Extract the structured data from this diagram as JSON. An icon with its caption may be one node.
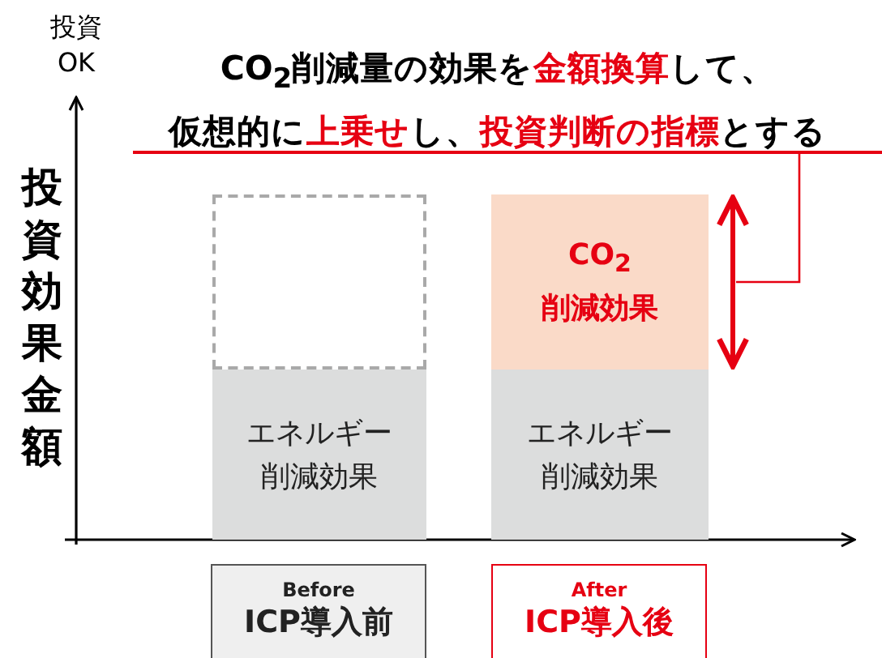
{
  "diagram": {
    "nodes": [
      {
        "text": [
          "CO$_{2}$削減量の効果を",
          "金額換算",
          "して、",
          "仮想的に",
          "上乗せ",
          "し、",
          "投資判断の指標",
          "とする"
        ]
      },
      {
        "text": [],
        "shape": "box"
      },
      {
        "text": [
          "エネルギー削減効果"
        ]
      },
      {
        "text": [
          "CO$_{2}$削減効果"
        ]
      },
      {
        "text": [
          "エネルギー削減効果"
        ]
      },
      {
        "text": [
          "Before",
          "ICP導入前"
        ]
      },
      {
        "text": [
          "After",
          "ICP導入後"
        ]
      }
    ],
    "edges": [
      {
        "from": 0,
        "to": null,
        "arrow": "none"
      },
      {
        "from": 3,
        "to": 4,
        "arrow": "both",
        "style": "thick"
      }
    ],
    "labels": [
      "投資OK",
      "投資効果金額"
    ]
  }
}
